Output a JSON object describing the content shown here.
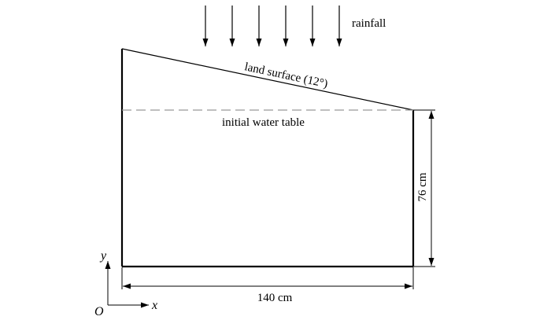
{
  "labels": {
    "rainfall": "rainfall",
    "land_surface": "land surface (12°)",
    "initial_water_table": "initial water table",
    "height": "76 cm",
    "width": "140 cm",
    "axis_y": "y",
    "axis_x": "x",
    "origin": "O"
  },
  "rain_arrow_count": 6,
  "colors": {
    "outline": "#000000",
    "water_table": "#999999"
  }
}
